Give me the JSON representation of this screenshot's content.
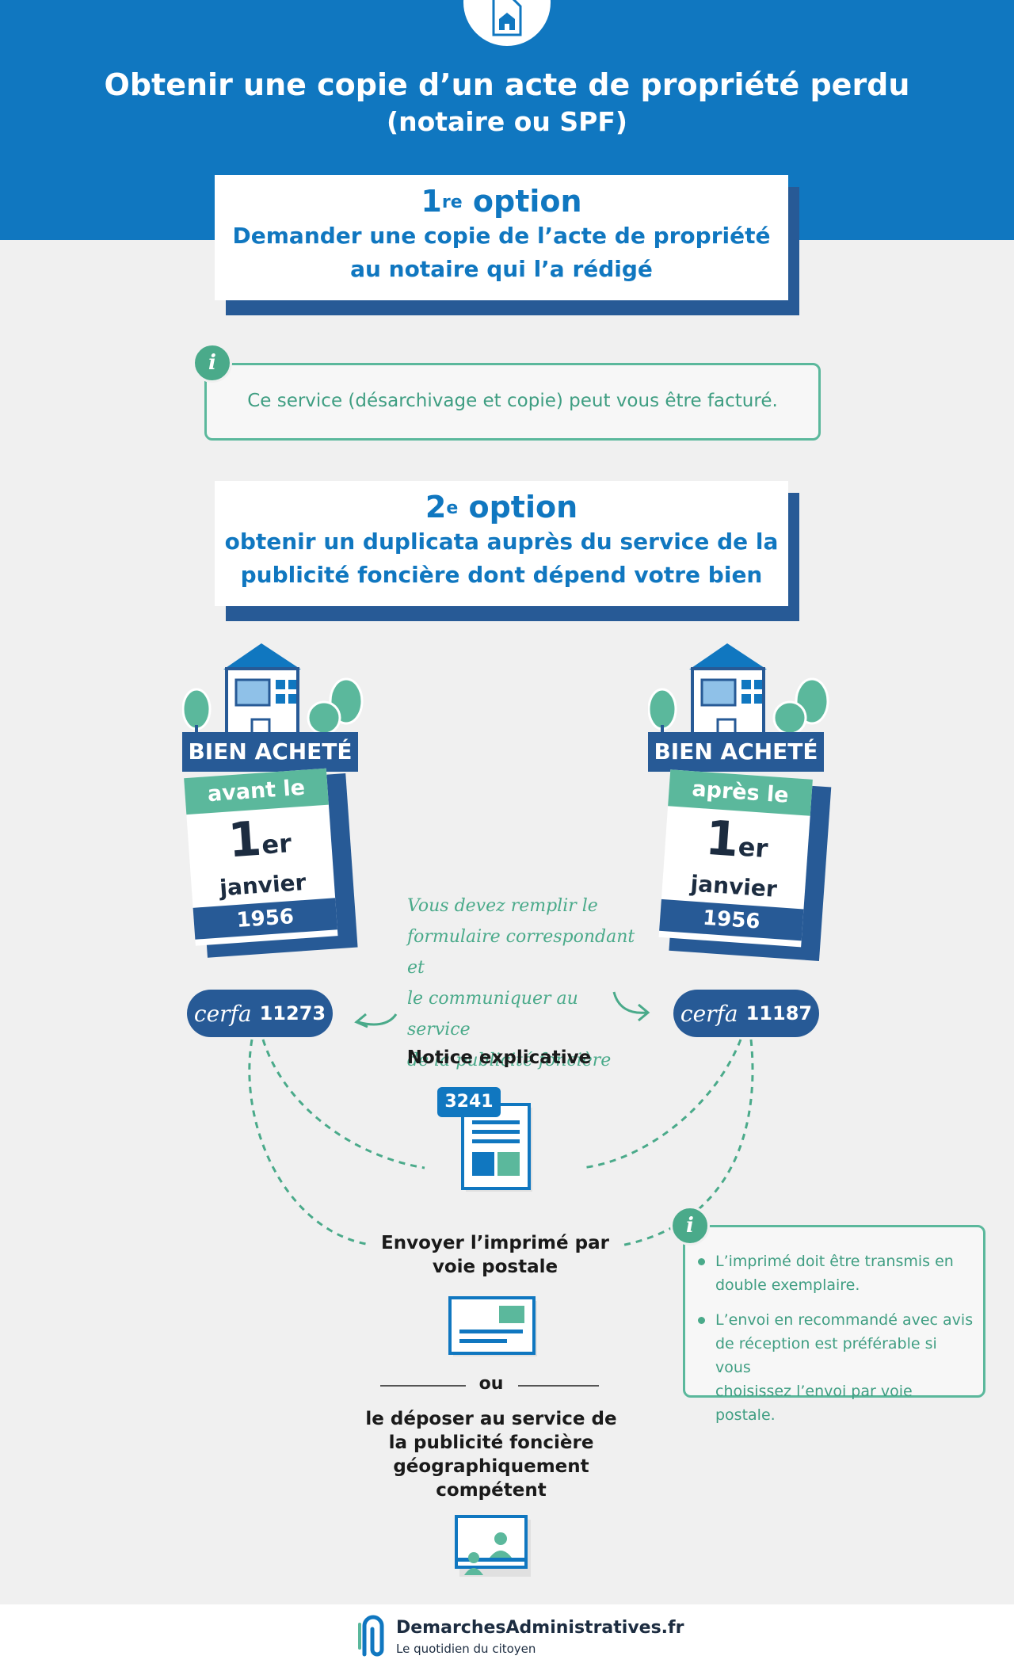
{
  "header": {
    "title": "Obtenir une copie d’un acte de propriété perdu",
    "subtitle": "(notaire ou SPF)",
    "icon": "house-document-icon"
  },
  "option1": {
    "number": "1",
    "suffix": "re",
    "label": "option",
    "line1": "Demander une copie de l’acte de propriété",
    "line2": "au notaire qui l’a rédigé"
  },
  "info1": {
    "badge": "i",
    "text": "Ce service (désarchivage et copie) peut vous être facturé."
  },
  "option2": {
    "number": "2",
    "suffix": "e",
    "label": "option",
    "line1": "obtenir un duplicata auprès du service de la",
    "line2": "publicité foncière dont dépend votre bien"
  },
  "left_property": {
    "label": "BIEN ACHETÉ",
    "relation": "avant le",
    "day": "1",
    "day_suffix": "er",
    "month": "janvier",
    "year": "1956",
    "cerfa_word": "cerfa",
    "cerfa_number": "11273"
  },
  "right_property": {
    "label": "BIEN ACHETÉ",
    "relation": "après le",
    "day": "1",
    "day_suffix": "er",
    "month": "janvier",
    "year": "1956",
    "cerfa_word": "cerfa",
    "cerfa_number": "11187"
  },
  "hand_note": {
    "lines": [
      "Vous devez remplir le",
      "formulaire correspondant et",
      "le communiquer au service",
      "de la publicité foncière"
    ]
  },
  "notice": {
    "title": "Notice explicative",
    "number": "3241"
  },
  "send": {
    "line1": "Envoyer l’imprimé par",
    "line2": "voie postale"
  },
  "separator": "ou",
  "deposit": {
    "lines": [
      "le déposer au service de",
      "la publicité foncière",
      "géographiquement",
      "compétent"
    ]
  },
  "info2": {
    "badge": "i",
    "items": [
      [
        "L’imprimé doit être transmis en",
        "double exemplaire."
      ],
      [
        "L’envoi en recommandé avec avis",
        "de réception est préférable si vous",
        "choisissez l’envoi par voie postale."
      ]
    ]
  },
  "footer": {
    "brand": "DemarchesAdministratives.fr",
    "tagline": "Le quotidien du citoyen"
  },
  "colors": {
    "primary_blue": "#1077c0",
    "dark_blue": "#275a96",
    "green": "#5bb89c",
    "background": "#f0f0f0"
  }
}
